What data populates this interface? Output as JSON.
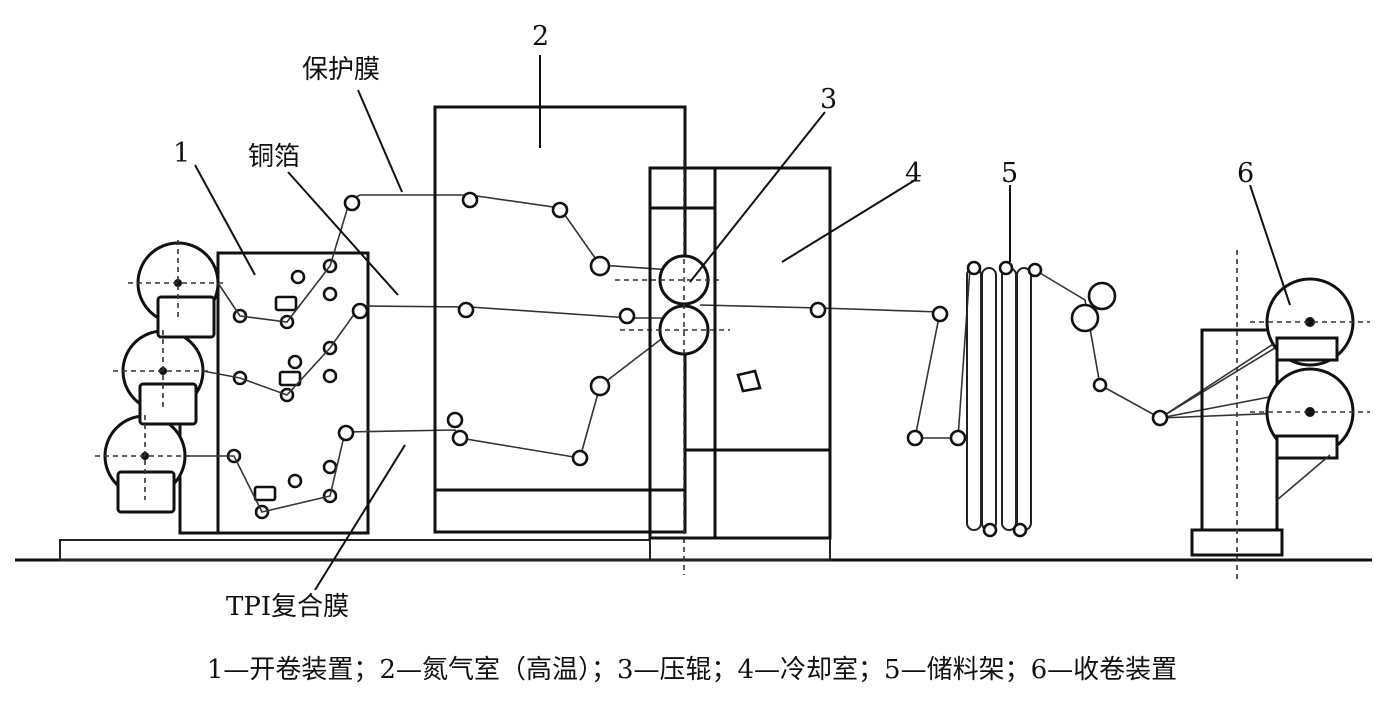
{
  "labels": {
    "n1": "1",
    "n2": "2",
    "n3": "3",
    "n4": "4",
    "n5": "5",
    "n6": "6",
    "protective_film": "保护膜",
    "copper_foil": "铜箔",
    "tpi_film": "TPI复合膜"
  },
  "caption": "1—开卷装置；2—氮气室（高温）；3—压辊；4—冷却室；5—储料架；6—收卷装置"
}
